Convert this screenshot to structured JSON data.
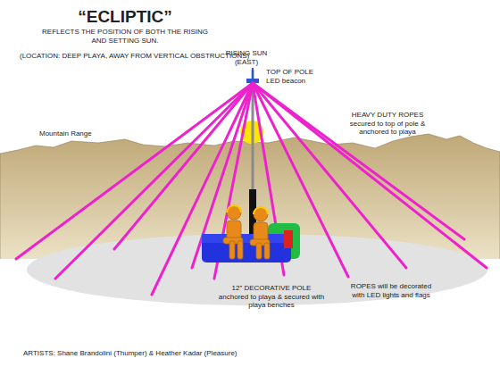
{
  "diagram": {
    "title": "“ECLIPTIC”",
    "labels": [
      "REFLECTS THE POSITION OF BOTH THE RISING AND SETTING SUN.",
      "(LOCATION: DEEP PLAYA, AWAY FROM VERTICAL OBSTRUCTIONS)",
      "RISING SUN (EAST)",
      "TOP OF POLE LED beacon",
      "HEAVY DUTY ROPES secured to top of pole & anchored to playa",
      "Mountain Range",
      "12” DECORATIVE POLE anchored to playa & secured with playa benches",
      "ROPES will be decorated with LED lights and flags",
      "ARTISTS: Shane Brandolini (Thumper) & Heather Kadar (Pleasure)"
    ]
  }
}
